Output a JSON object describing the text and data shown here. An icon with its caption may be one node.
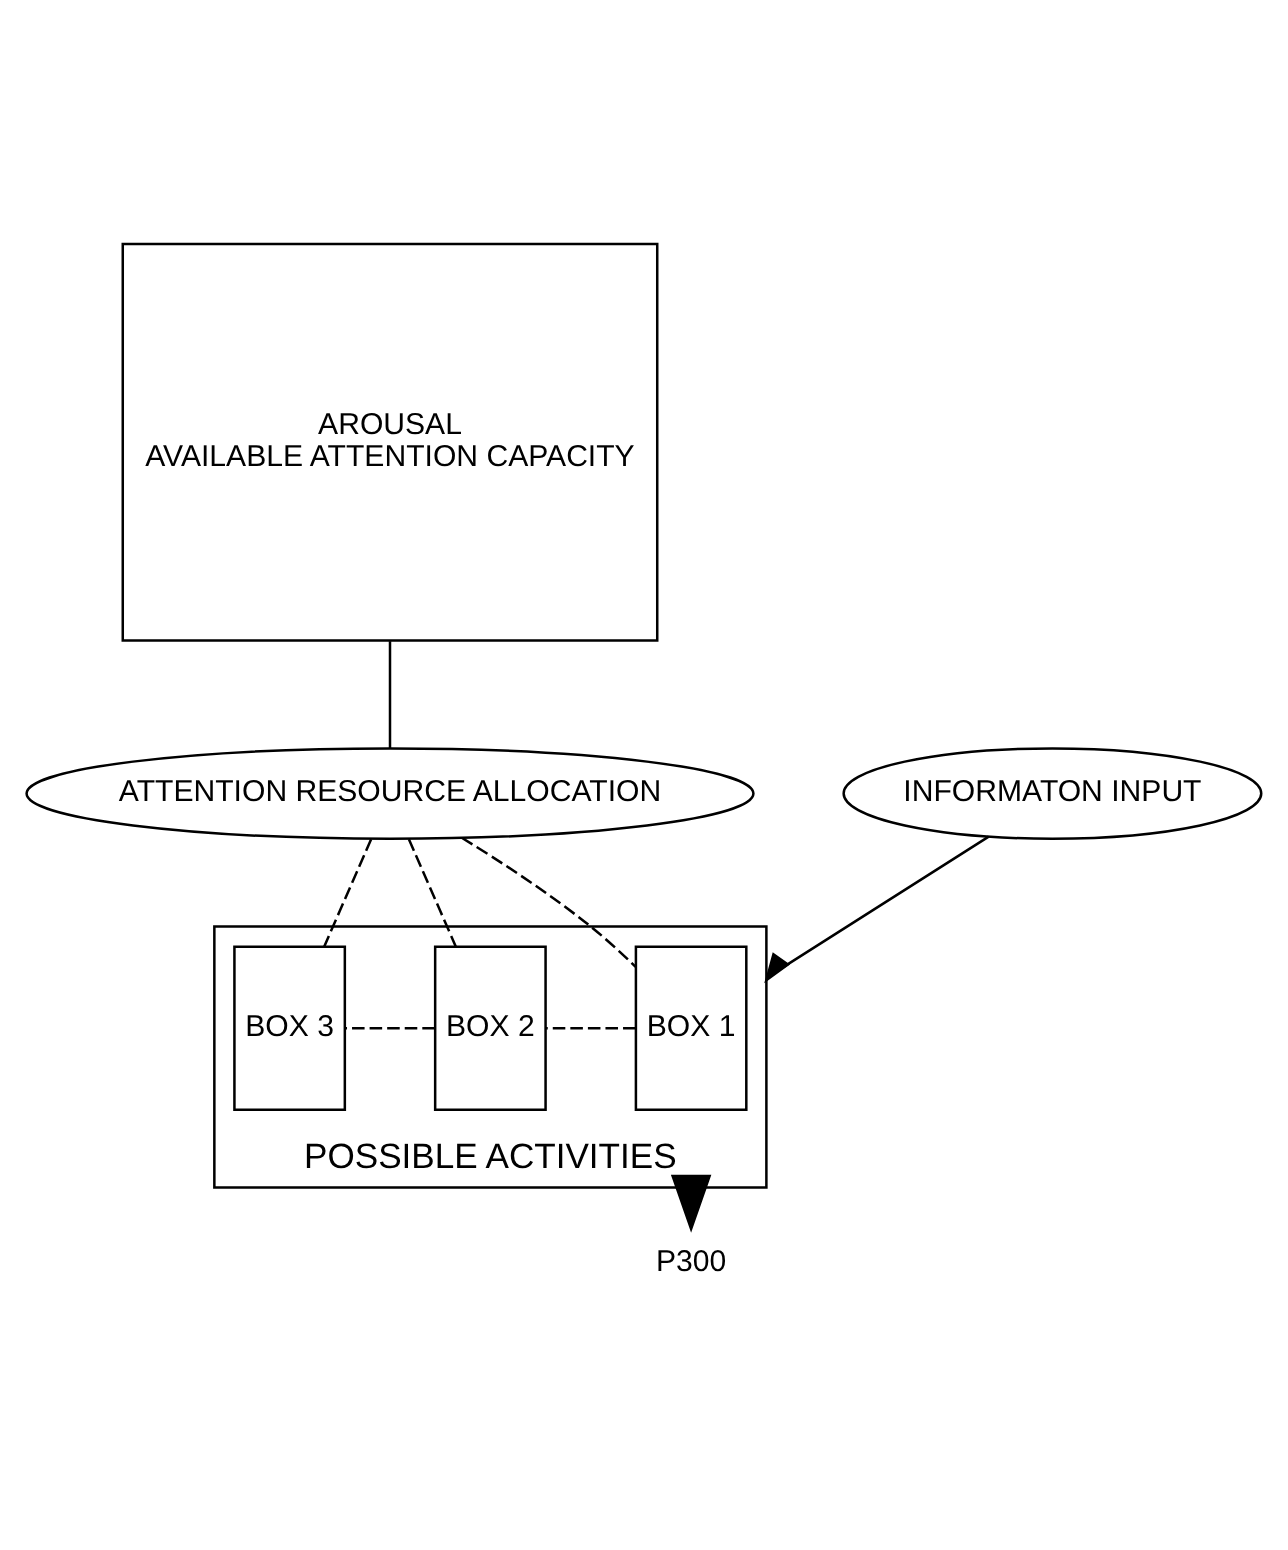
{
  "diagram": {
    "nodes": [
      {
        "text": [
          "AROUSAL",
          "AVAILABLE ATTENTION CAPACITY"
        ]
      },
      {
        "text": [
          "ATTENTION RESOURCE ALLOCATION"
        ]
      },
      {
        "text": [
          "POSSIBLE ACTIVITIES"
        ]
      },
      {
        "text": [
          "BOX 1"
        ],
        "in": 2
      },
      {
        "text": [
          "BOX 2"
        ],
        "in": 2
      },
      {
        "text": [
          "BOX 3"
        ],
        "in": 2
      },
      {
        "text": [
          "INFORMATON INPUT"
        ]
      },
      {
        "text": [
          "P300"
        ]
      }
    ],
    "edges": [
      {
        "from": 0,
        "to": 1,
        "arrow": "none"
      },
      {
        "from": 1,
        "to": 3,
        "arrow": "none",
        "style": "dashed"
      },
      {
        "from": 1,
        "to": 4,
        "arrow": "none",
        "style": "dashed"
      },
      {
        "from": 1,
        "to": 5,
        "arrow": "none",
        "style": "dashed"
      },
      {
        "from": 6,
        "to": 2,
        "arrow": "to"
      },
      {
        "from": 3,
        "to": 4,
        "arrow": "none",
        "style": "dashed"
      },
      {
        "from": 4,
        "to": 5,
        "arrow": "none",
        "style": "dashed"
      },
      {
        "from": 2,
        "to": 7,
        "arrow": "to",
        "style": "thick"
      }
    ]
  }
}
